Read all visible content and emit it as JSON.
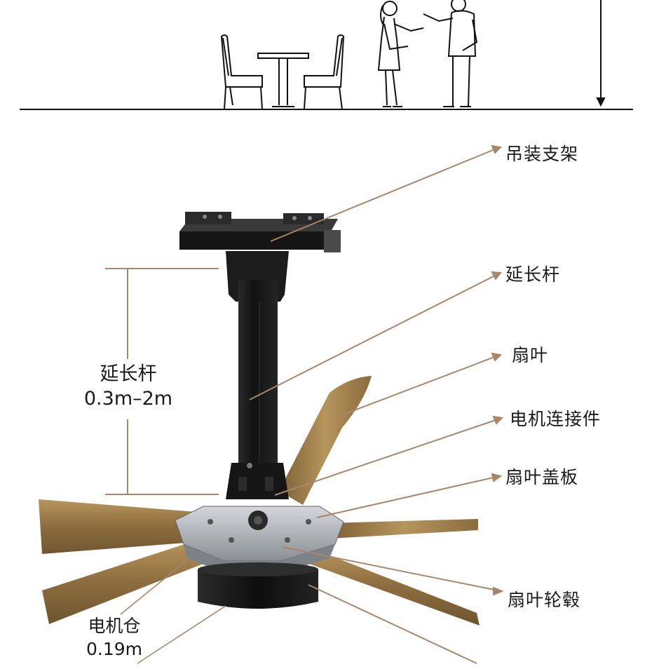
{
  "callouts": {
    "hanging_bracket": "吊装支架",
    "extension_rod": "延长杆",
    "fan_blade": "扇叶",
    "motor_connector": "电机连接件",
    "blade_cover_plate": "扇叶盖板",
    "blade_hub": "扇叶轮毂"
  },
  "dimensions": {
    "rod_label": "延长杆",
    "rod_range": "0.3m–2m",
    "motor_label": "电机仓",
    "motor_height": "0.19m"
  },
  "colors": {
    "leader_line": "#a7876a",
    "blade": "#9a7a48",
    "metal_dark": "#161616",
    "hub_silver": "#a9adb2"
  }
}
